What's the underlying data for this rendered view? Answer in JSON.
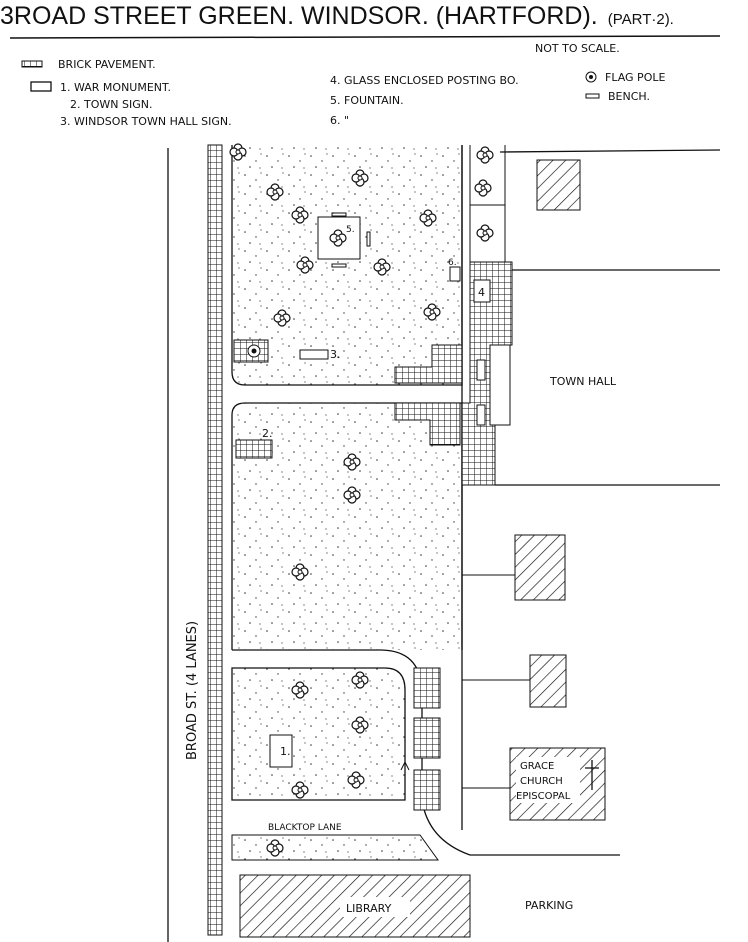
{
  "title": "3ROAD STREET GREEN. WINDSOR. (HARTFORD).",
  "title_part": "(PART·2).",
  "scale_note": "NOT TO SCALE.",
  "legend": {
    "brick": "BRICK PAVEMENT.",
    "items": [
      "1. WAR MONUMENT.",
      "2. TOWN SIGN.",
      "3. WINDSOR TOWN HALL SIGN.",
      "4. GLASS ENCLOSED POSTING BO.",
      "5. FOUNTAIN.",
      "6.   \""
    ],
    "flag_pole": "FLAG POLE",
    "bench": "BENCH."
  },
  "map": {
    "broad_street": "BROAD ST. (4 LANES)",
    "town_hall": "TOWN HALL",
    "church": [
      "GRACE",
      "CHURCH",
      "EPISCOPAL"
    ],
    "blacktop_lane": "BLACKTOP LANE",
    "library": "LIBRARY",
    "parking": "PARKING",
    "markers": {
      "m1": "1.",
      "m2": "2.",
      "m3": "3.",
      "m4": "4",
      "m5": "5.",
      "m6": "6."
    }
  }
}
